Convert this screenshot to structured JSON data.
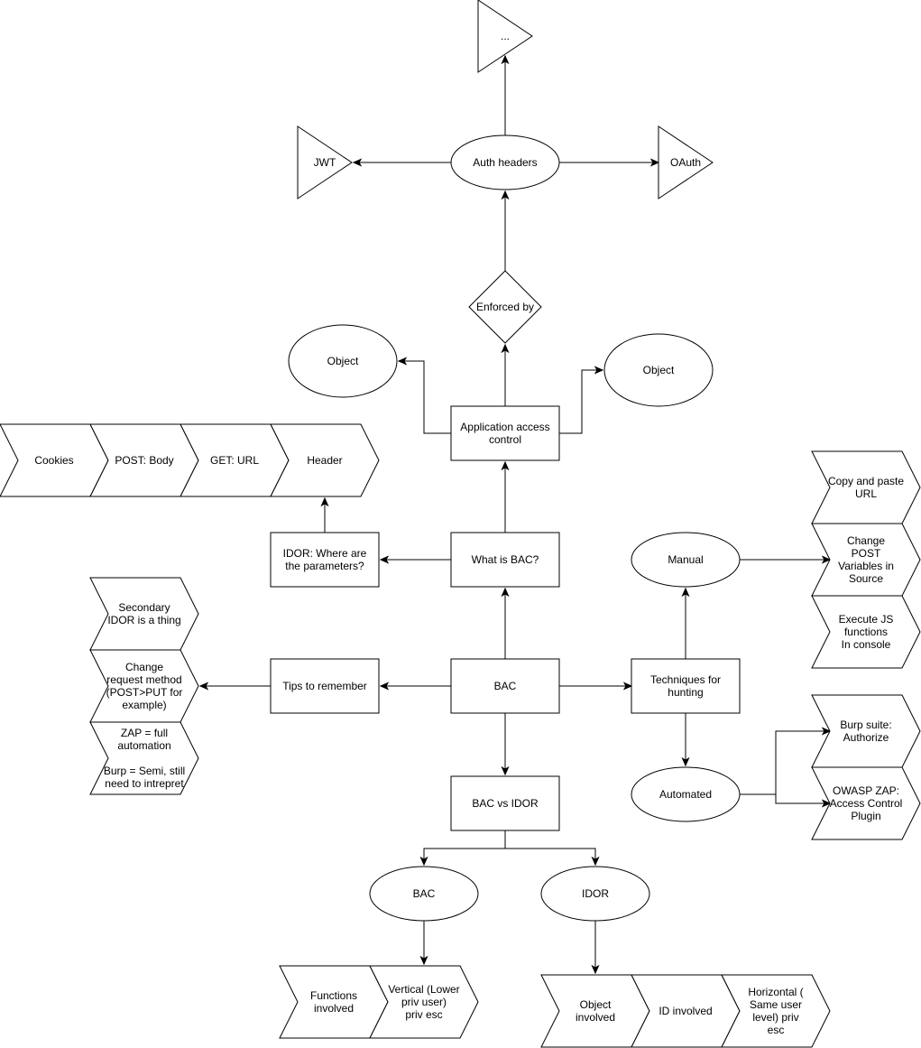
{
  "nodes": {
    "ellipsis": "...",
    "jwt": "JWT",
    "auth_headers": "Auth headers",
    "oauth": "OAuth",
    "enforced_by": "Enforced by",
    "object_left": "Object",
    "object_right": "Object",
    "app_access_control": "Application access\ncontrol",
    "cookies": "Cookies",
    "post_body": "POST: Body",
    "get_url": "GET: URL",
    "header": "Header",
    "idor_params": "IDOR: Where are\nthe parameters?",
    "what_is_bac": "What is BAC?",
    "manual": "Manual",
    "copy_paste_url": "Copy and paste\nURL",
    "change_post_vars": "Change\nPOST\nVariables in\nSource",
    "execute_js": "Execute JS\nfunctions\nIn console",
    "secondary_idor": "Secondary\nIDOR is a thing",
    "change_method": "Change\nrequest method\n(POST>PUT for\nexample)",
    "zap_burp": "ZAP = full\nautomation\n\nBurp = Semi, still\nneed to intrepret",
    "tips": "Tips to remember",
    "bac": "BAC",
    "techniques": "Techniques for\nhunting",
    "burp_suite": "Burp suite:\nAuthorize",
    "automated": "Automated",
    "owasp_zap": "OWASP ZAP:\nAccess Control\nPlugin",
    "bac_vs_idor": "BAC vs IDOR",
    "bac_ellipse": "BAC",
    "idor_ellipse": "IDOR",
    "functions_involved": "Functions\ninvolved",
    "vertical": "Vertical (Lower\npriv user)\npriv esc",
    "object_involved": "Object\ninvolved",
    "id_involved": "ID involved",
    "horizontal": "Horizontal (\nSame user\nlevel) priv\nesc"
  }
}
